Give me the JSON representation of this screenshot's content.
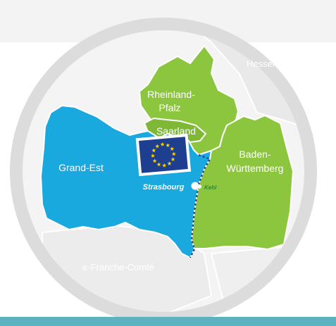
{
  "map": {
    "regions": {
      "hessen": "Hessen",
      "rheinland_pfalz_line1": "Rheinland-",
      "rheinland_pfalz_line2": "Pfalz",
      "saarland": "Saarland",
      "grand_est": "Grand-Est",
      "baden_wuerttemberg_line1": "Baden-",
      "baden_wuerttemberg_line2": "Württemberg",
      "bourgogne_franche_comte": "e-Franche-Comté"
    },
    "cities": {
      "strasbourg": "Strasbourg",
      "kehl": "Kehl"
    }
  },
  "colors": {
    "france_blue": "#1aa9df",
    "germany_green": "#8cc63f",
    "eu_blue": "#1e3f8f",
    "eu_star": "#ffd400",
    "neutral_land": "#ebebeb",
    "ring": "#dcdcdc",
    "bottom_bar": "#5bb3c2",
    "border_dots": "#1e3f8f",
    "kehl_text": "#2a8c3a"
  },
  "icons": {
    "eu_flag": "eu-flag-icon",
    "city_marker": "city-dot-icon"
  }
}
